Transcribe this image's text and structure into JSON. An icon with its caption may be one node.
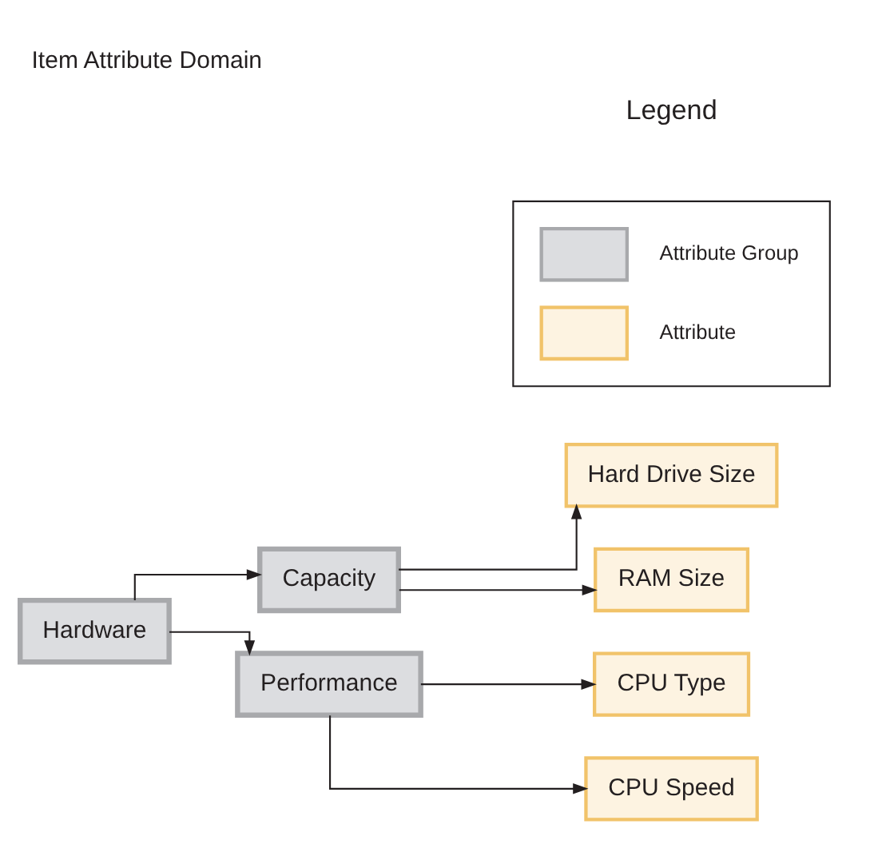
{
  "diagram": {
    "title": "Item Attribute Domain",
    "nodes": [
      {
        "text": [
          "Hardware"
        ]
      },
      {
        "text": [
          "Capacity"
        ]
      },
      {
        "text": [
          "Hard Drive Size"
        ]
      },
      {
        "text": [
          "RAM Size"
        ]
      },
      {
        "text": [
          "Performance"
        ]
      },
      {
        "text": [
          "CPU Type"
        ]
      },
      {
        "text": [
          "CPU Speed"
        ]
      }
    ],
    "edges": [
      {
        "from": 0,
        "to": 1,
        "arrow": "to"
      },
      {
        "from": 1,
        "to": 2,
        "arrow": "to"
      },
      {
        "from": 1,
        "to": 3,
        "arrow": "to"
      },
      {
        "from": 0,
        "to": 4,
        "arrow": "to"
      },
      {
        "from": 4,
        "to": 5,
        "arrow": "to"
      },
      {
        "from": 4,
        "to": 6,
        "arrow": "to"
      }
    ],
    "labels": [
      "Legend"
    ],
    "legend": [
      {
        "text": "Attribute Group",
        "color": "#dcdde0"
      },
      {
        "text": "Attribute",
        "color": "#fdf3e1"
      }
    ]
  }
}
